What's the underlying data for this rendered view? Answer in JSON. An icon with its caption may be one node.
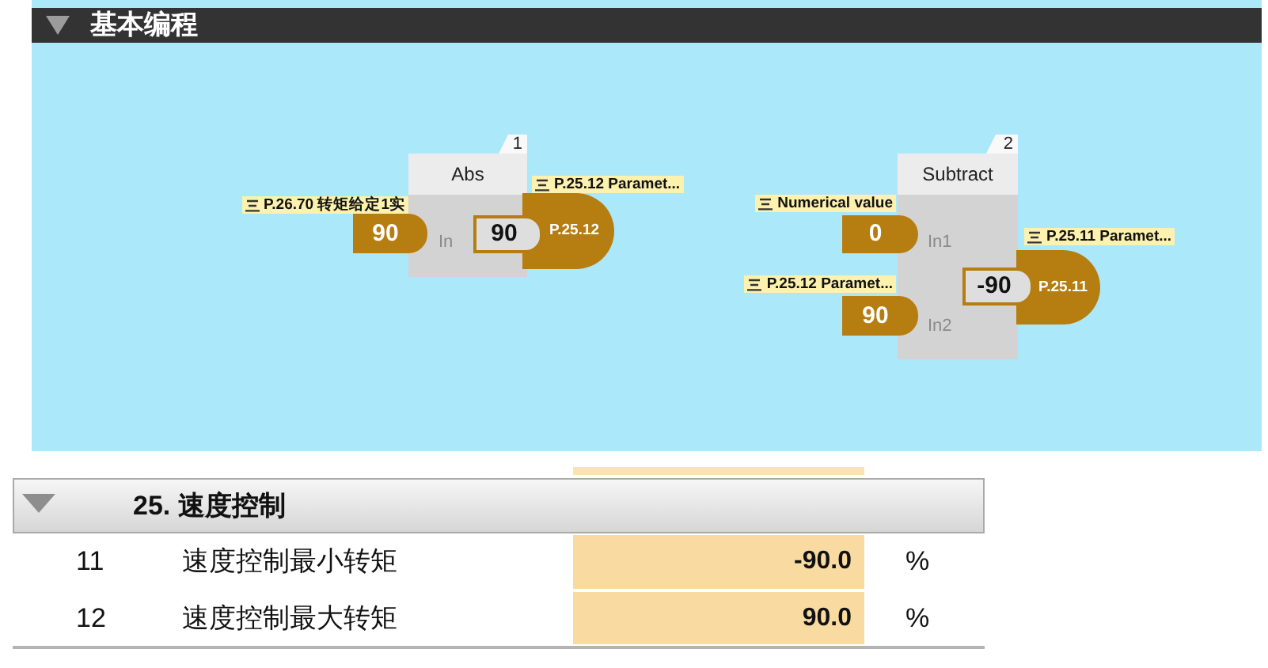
{
  "diagram": {
    "nodes": [
      {
        "text": [
          "基本编程"
        ]
      },
      {
        "text": [
          "1",
          "Abs",
          "In"
        ]
      },
      {
        "text": [
          "90"
        ],
        "beside": [
          "P.26.70 转矩给定1实"
        ]
      },
      {
        "text": [
          "90"
        ]
      },
      {
        "text": [
          "P.25.12"
        ],
        "beside": [
          "P.25.12 Paramet..."
        ]
      },
      {
        "text": [
          "2",
          "Subtract",
          "In1",
          "In2"
        ]
      },
      {
        "text": [
          "0"
        ],
        "beside": [
          "Numerical value"
        ]
      },
      {
        "text": [
          "90"
        ],
        "beside": [
          "P.25.12 Paramet..."
        ]
      },
      {
        "text": [
          "-90"
        ]
      },
      {
        "text": [
          "P.25.11"
        ],
        "beside": [
          "P.25.11 Paramet..."
        ]
      },
      {
        "text": [
          "25. 速度控制"
        ]
      }
    ],
    "labels": [
      "11",
      "速度控制最小转矩",
      "-90.0",
      "%",
      "12",
      "速度控制最大转矩",
      "90.0",
      "%"
    ]
  }
}
